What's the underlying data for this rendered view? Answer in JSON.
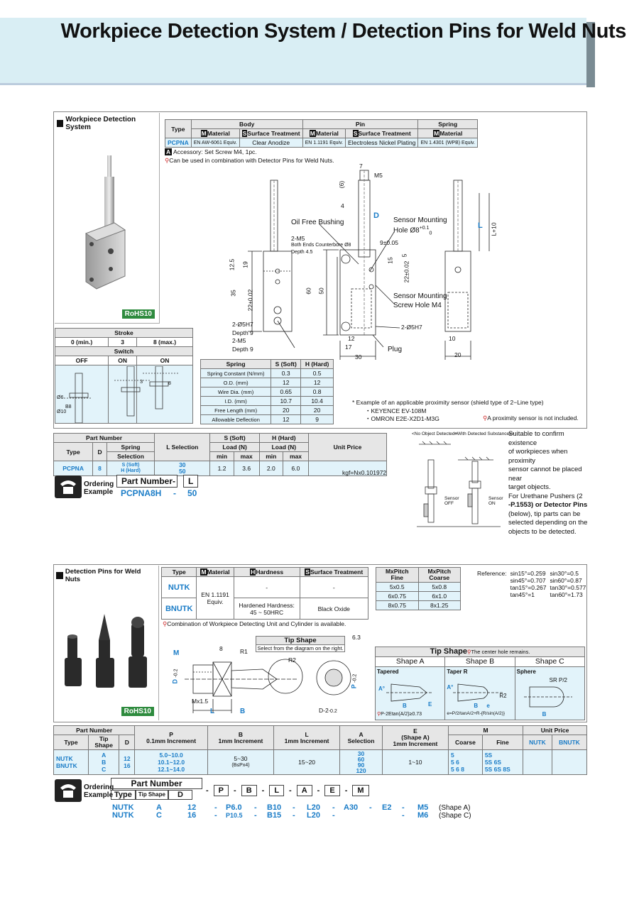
{
  "title": "Workpiece Detection System / Detection Pins for Weld Nuts",
  "section1": {
    "label": "Workpiece Detection System",
    "rohs": "RoHS10",
    "spec_table": {
      "type_header": "Type",
      "body": "Body",
      "pin": "Pin",
      "spring": "Spring",
      "material": "Material",
      "surface": "Surface Treatment",
      "type": "PCPNA",
      "body_material": "EN AW-6061 Equiv.",
      "body_surface": "Clear Anodize",
      "pin_material": "EN 1.1191 Equiv.",
      "pin_surface": "Electroless Nickel Plating",
      "spring_material": "EN 1.4301 (WPB) Equiv."
    },
    "note_accessory": "Accessory: Set Screw M4, 1pc.",
    "note_combination": "Can be used in combination with Detector Pins for Weld Nuts.",
    "dims": {
      "d7": "7",
      "m5": "M5",
      "d6": "(6)",
      "d4": "4",
      "D": "D",
      "L": "L",
      "Lplus10": "L+10",
      "oil": "Oil Free Bushing",
      "sensor_hole": "Sensor Mounting",
      "hole_d8": "Hole Ø8",
      "hole_tol_top": "+0.1",
      "hole_tol_bot": "0",
      "m5_2": "2-M5",
      "counterbore": "Both Ends Counterbore Ø8",
      "depth45": "Depth 4.5",
      "d9": "9±0.05",
      "d5": "5",
      "d15": "15",
      "d22": "22±0.02",
      "d12_5": "12.5",
      "d19": "19",
      "d35": "35",
      "d60": "60",
      "d50": "50",
      "screw": "Sensor Mounting",
      "screw2": "Screw Hole M4",
      "h7a": "2-Ø5H7",
      "depth9": "Depth 9",
      "m5b": "2-M5",
      "depth9b": "Depth 9",
      "h7b": "2-Ø5H7",
      "d12": "12",
      "d17": "17",
      "d30": "30",
      "plug": "Plug",
      "d10": "10",
      "d20": "20"
    },
    "stroke_table": {
      "stroke": "Stroke",
      "s0": "0 (min.)",
      "s3": "3",
      "s8": "8 (max.)",
      "switch": "Switch",
      "off": "OFF",
      "on1": "ON",
      "on2": "ON",
      "l_d6": "Ø6",
      "l_d10": "Ø10",
      "l_b8": "B8",
      "l_3": "3",
      "l_8": "8"
    },
    "spring_table": {
      "headers": [
        "Spring",
        "S (Soft)",
        "H (Hard)"
      ],
      "rows": [
        [
          "Spring Constant (N/mm)",
          "0.3",
          "0.5"
        ],
        [
          "O.D. (mm)",
          "12",
          "12"
        ],
        [
          "Wire Dia. (mm)",
          "0.65",
          "0.8"
        ],
        [
          "I.D. (mm)",
          "10.7",
          "10.4"
        ],
        [
          "Free Length (mm)",
          "20",
          "20"
        ],
        [
          "Allowable Deflection",
          "12",
          "9"
        ]
      ]
    },
    "sensor_note": "* Example of an applicable proximity sensor (shield type of 2−Line type)",
    "sensor1": "・KEYENCE  EV-108M",
    "sensor2": "・OMRON  E2E-X2D1-M3G",
    "sensor_not_included": "A proximity sensor is not included.",
    "part_table": {
      "part_number": "Part Number",
      "type": "Type",
      "D": "D",
      "spring_sel": "Spring",
      "selection": "Selection",
      "l_sel": "L Selection",
      "s_soft": "S (Soft)",
      "h_hard": "H (Hard)",
      "load": "Load (N)",
      "min": "min",
      "max": "max",
      "unit_price": "Unit Price",
      "row_type": "PCPNA",
      "row_D": "8",
      "row_s": "S (Soft)",
      "row_h": "H (Hard)",
      "row_l1": "30",
      "row_l2": "50",
      "smin": "1.2",
      "smax": "3.6",
      "hmin": "2.0",
      "hmax": "6.0",
      "kgf": "kgf=Nx0.101972"
    },
    "ordering": {
      "label1": "Ordering",
      "label2": "Example",
      "part_number": "Part Number",
      "dash": "-",
      "L": "L",
      "value": "PCPNA8H",
      "dash2": "-",
      "lvalue": "50"
    },
    "diagram": {
      "no_obj": "<No Object Detected>",
      "with_obj": "<With Detected Substances>",
      "sensor_off1": "Sensor",
      "sensor_off2": "OFF",
      "sensor_on1": "Sensor",
      "sensor_on2": "ON"
    },
    "desc_lines": [
      "Suitable to confirm existence",
      "of workpieces when proximity",
      "sensor cannot be placed near",
      "target objects.",
      "For Urethane Pushers (2",
      "-P.1553) or Detector Pins",
      "(below), tip parts can be",
      "selected depending on the",
      "objects to be detected."
    ]
  },
  "section2": {
    "label": "Detection Pins for Weld Nuts",
    "rohs": "RoHS10",
    "spec_table": {
      "type": "Type",
      "material": "Material",
      "hardness": "Hardness",
      "surface": "Surface Treatment",
      "nutk": "NUTK",
      "bnutk": "BNUTK",
      "mat_val1": "EN 1.1191",
      "mat_val2": "Equiv.",
      "dash1": "-",
      "dash2": "-",
      "hard1": "Hardened Hardness:",
      "hard2": "45 ~ 50HRC",
      "black": "Black Oxide"
    },
    "mxpitch": {
      "fine": "MxPitch",
      "fine2": "Fine",
      "coarse": "MxPitch",
      "coarse2": "Coarse",
      "rows": [
        [
          "5x0.5",
          "5x0.8"
        ],
        [
          "6x0.75",
          "6x1.0"
        ],
        [
          "8x0.75",
          "8x1.25"
        ]
      ]
    },
    "reference": {
      "label": "Reference:",
      "c1": [
        "sin15°=0.259",
        "sin45°=0.707",
        "tan15°=0.267",
        "tan45°=1"
      ],
      "c2": [
        "sin30°=0.5",
        "sin60°=0.87",
        "tan30°=0.577",
        "tan60°=1.73"
      ]
    },
    "combination_note": "Combination of Workpiece Detecting Unit and Cylinder is available.",
    "tip_shape_label": "Tip Shape",
    "tip_shape_sub": "Select from the diagram on the right.",
    "dims": {
      "M": "M",
      "d8": "8",
      "R1": "R1",
      "R2": "R2",
      "D": "D",
      "tolD": "-0.2",
      "Mx15": "Mx1.5",
      "L": "L",
      "B": "B",
      "P": "P",
      "tolP": "-0.2",
      "D2": "D-2",
      "tolD2": "-0.2",
      "ra": "6.3"
    },
    "tip_shapes": {
      "title": "Tip Shape",
      "note": "The center hole remains.",
      "shape_a": "Shape A",
      "shape_b": "Shape B",
      "shape_c": "Shape C",
      "a_label": "Tapered",
      "b_label": "Taper R",
      "c_label": "Sphere",
      "a_formula": "P-2Etan(A/2)≥0.73",
      "b_formula": "e=P/2/tanA/2+R-{R/sin(A/2)}",
      "sr": "SR P/2",
      "r2": "R2",
      "A": "A°",
      "B": "B",
      "E": "E",
      "e": "e"
    },
    "part_table": {
      "part_number": "Part Number",
      "type": "Type",
      "tip": "Tip",
      "shape": "Shape",
      "D": "D",
      "P": "P",
      "p_inc": "0.1mm Increment",
      "B": "B",
      "b_inc": "1mm Increment",
      "L": "L",
      "l_inc": "1mm Increment",
      "A": "A",
      "a_sel": "Selection",
      "E": "E",
      "e_sub": "(Shape A)",
      "e_inc": "1mm Increment",
      "M": "M",
      "coarse": "Coarse",
      "fine": "Fine",
      "unit_price": "Unit Price",
      "nutk": "NUTK",
      "bnutk": "BNUTK",
      "t1": "NUTK",
      "t2": "BNUTK",
      "tipA": "A",
      "tipB": "B",
      "tipC": "C",
      "d12": "12",
      "d16": "16",
      "p1": "5.0~10.0",
      "p2": "10.1~12.0",
      "p3": "12.1~14.0",
      "b": "5~30",
      "bsub": "(B≤Px4)",
      "l": "15~20",
      "a1": "30",
      "a2": "60",
      "a3": "90",
      "a4": "120",
      "e": "1~10",
      "mc1": "5",
      "mc2": "5   6",
      "mc3": "5   6   8",
      "mf1": "5S",
      "mf2": "5S   6S",
      "mf3": "5S   6S   8S"
    },
    "ordering": {
      "label1": "Ordering",
      "label2": "Example",
      "part_number": "Part Number",
      "type": "Type",
      "tip": "Tip Shape",
      "D": "D",
      "P": "P",
      "B": "B",
      "L": "L",
      "A": "A",
      "E": "E",
      "M": "M",
      "row1": [
        "NUTK",
        "A",
        "12",
        "-",
        "P6.0",
        "-",
        "B10",
        "-",
        "L20",
        "-",
        "A30",
        "-",
        "E2",
        "-",
        "M5",
        "(Shape A)"
      ],
      "row2": [
        "NUTK",
        "C",
        "16",
        "-",
        "P10.5",
        "-",
        "B15",
        "-",
        "L20",
        "-",
        "",
        "",
        "",
        "-",
        "M6",
        "(Shape C)"
      ]
    }
  }
}
